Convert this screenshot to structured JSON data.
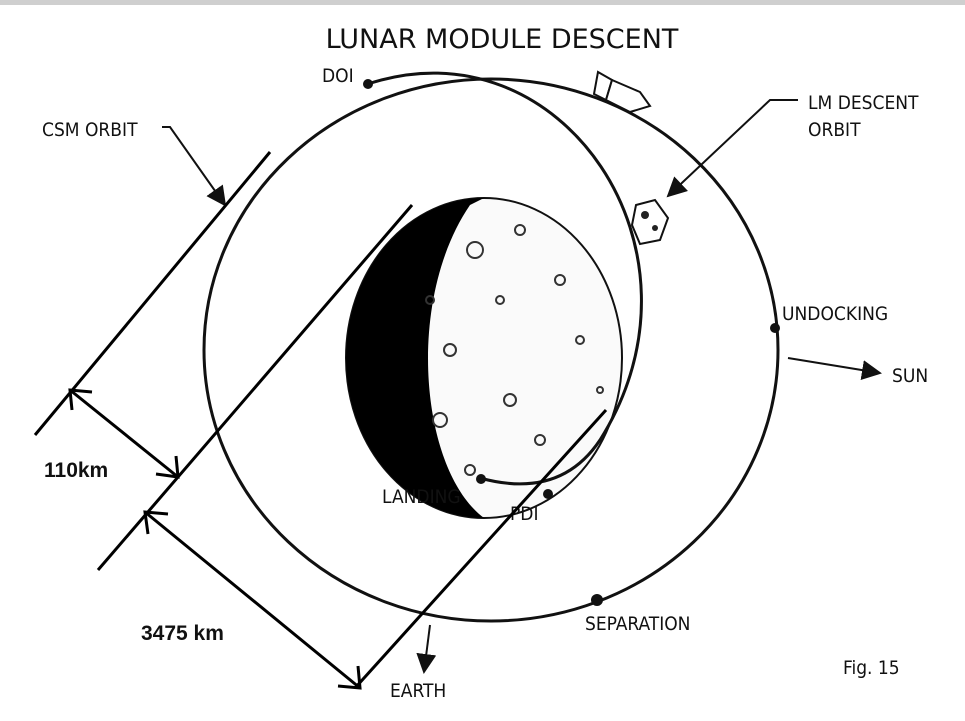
{
  "title": "LUNAR MODULE DESCENT",
  "labels": {
    "doi": "DOI",
    "csm_orbit": "CSM ORBIT",
    "lm_descent_orbit_line1": "LM DESCENT",
    "lm_descent_orbit_line2": "ORBIT",
    "undocking": "UNDOCKING",
    "sun": "SUN",
    "landing": "LANDING",
    "pdi": "PDI",
    "separation": "SEPARATION",
    "earth": "EARTH"
  },
  "dimensions": {
    "orbit_altitude": "110km",
    "moon_diameter": "3475 km"
  },
  "figure_label": "Fig. 15"
}
